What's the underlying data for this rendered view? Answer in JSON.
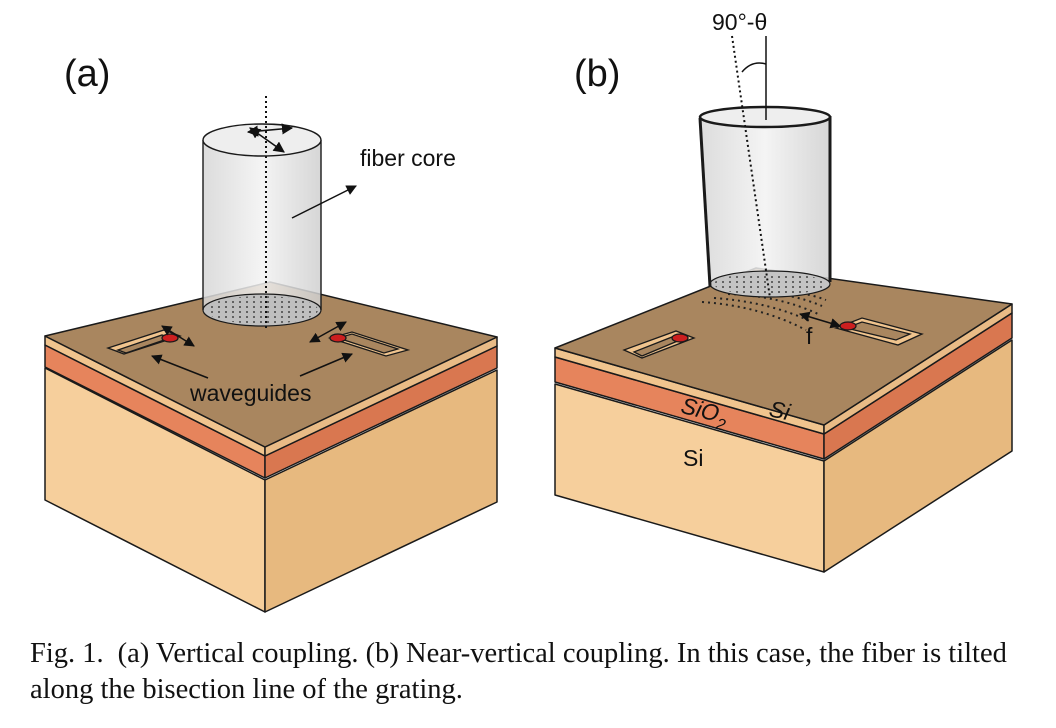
{
  "panels": {
    "a": {
      "label": "(a)",
      "fiber_label": "fiber core",
      "waveguides_label": "waveguides"
    },
    "b": {
      "label": "(b)",
      "angle_label": "90°-θ",
      "spacing_label": "f",
      "oxide_label_main": "SiO",
      "oxide_label_sub": "2",
      "device_layer_label": "Si",
      "substrate_label": "Si"
    }
  },
  "caption": {
    "prefix": "Fig. 1.",
    "text": "(a) Vertical coupling. (b) Near-vertical coupling. In this case, the fiber is tilted along the bisection line of the grating."
  },
  "colors": {
    "top_surface": "#a9865f",
    "thin_si_layer": "#f0c48e",
    "oxide_layer": "#e6845c",
    "substrate": "#f6cf9c",
    "substrate_side": "#e7b97f",
    "fiber": "#e8e8e8",
    "grating_mark": "#cc1f1f",
    "outline": "#1a1a1a"
  }
}
